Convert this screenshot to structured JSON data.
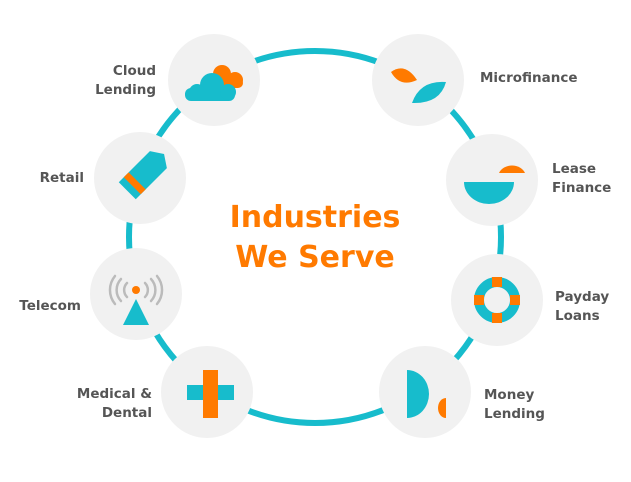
{
  "title": {
    "line1": "Industries",
    "line2": "We Serve"
  },
  "colors": {
    "accent_teal": "#17bccc",
    "accent_orange": "#ff7a00",
    "node_bg": "#f1f1f1",
    "label": "#555555"
  },
  "industries": [
    {
      "line1": "Cloud",
      "line2": "Lending",
      "icon": "cloud-icon"
    },
    {
      "line1": "Retail",
      "line2": "",
      "icon": "price-tag-icon"
    },
    {
      "line1": "Telecom",
      "line2": "",
      "icon": "antenna-icon"
    },
    {
      "line1": "Medical &",
      "line2": "Dental",
      "icon": "medical-cross-icon"
    },
    {
      "line1": "Microfinance",
      "line2": "",
      "icon": "sprout-leaves-icon"
    },
    {
      "line1": "Lease",
      "line2": "Finance",
      "icon": "half-circles-icon"
    },
    {
      "line1": "Payday",
      "line2": "Loans",
      "icon": "lifebuoy-icon"
    },
    {
      "line1": "Money",
      "line2": "Lending",
      "icon": "half-discs-icon"
    }
  ]
}
